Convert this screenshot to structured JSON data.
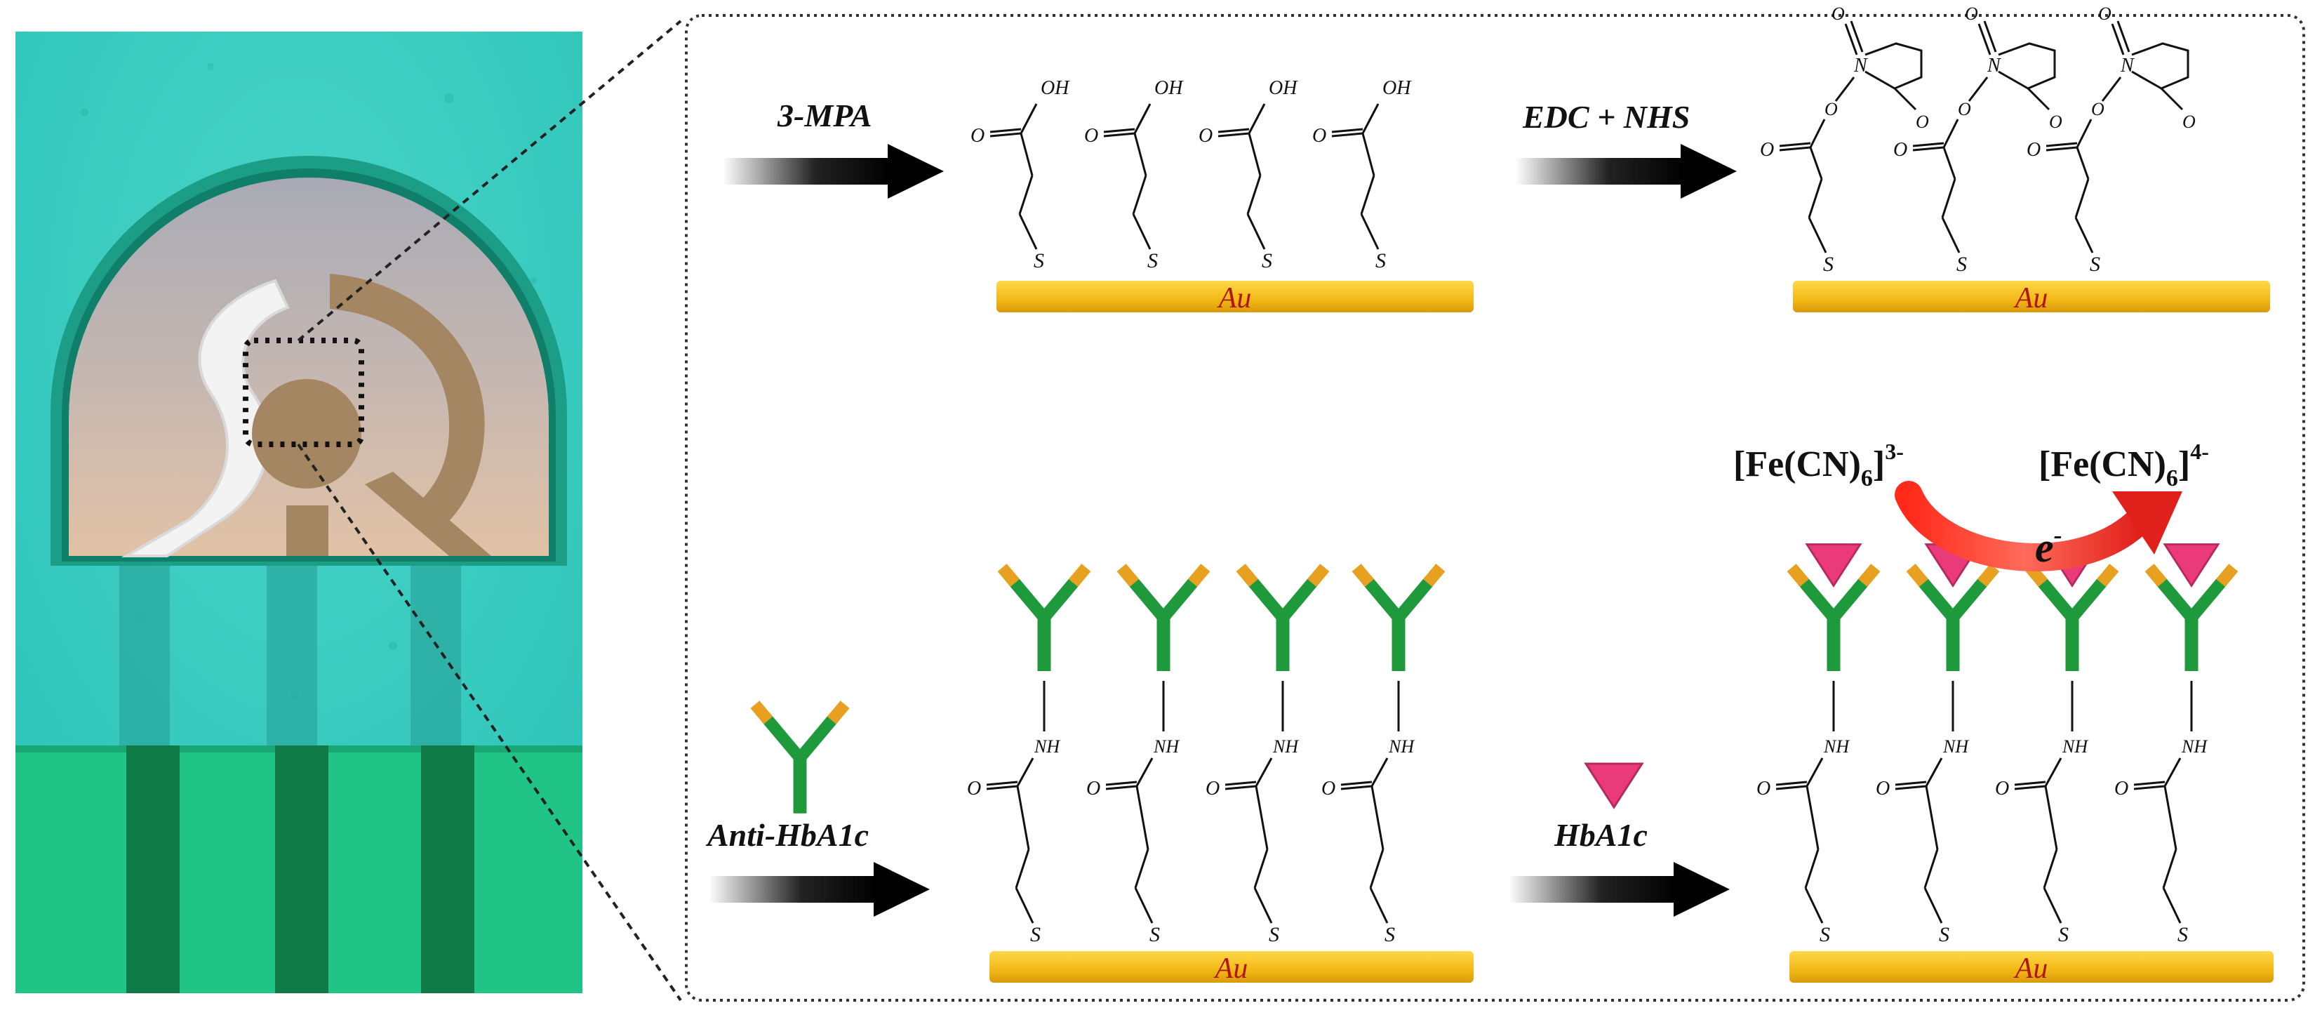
{
  "colors": {
    "board_top": "#37cbc0",
    "board_bottom": "#1fc486",
    "gold_bar": "#f6c21a",
    "arrow": "#0a0a0a",
    "antibody_green": "#1e9a3c",
    "antibody_tip": "#e7a020",
    "hba1c_pink": "#ea3a7a",
    "electron_arrow": "#e0201a"
  },
  "steps": {
    "mpa": "3-MPA",
    "edc_nhs": "EDC + NHS",
    "anti_hba1c": "Anti-HbA1c",
    "hba1c": "HbA1c"
  },
  "surface_label": "Au",
  "chem": {
    "oh": "OH",
    "o": "O",
    "s": "S",
    "nh": "NH",
    "n": "N"
  },
  "redox": {
    "ferricyanide": "[Fe(CN)",
    "ferricyanide_sub": "6",
    "ferricyanide_sup": "3-",
    "ferrocyanide": "[Fe(CN)",
    "ferrocyanide_sub": "6",
    "ferrocyanide_sup": "4-",
    "electron": "e",
    "electron_sup": "-"
  },
  "icons": [
    "electrode-photo",
    "zoom-lines",
    "reaction-arrow-icon",
    "antibody-icon",
    "hba1c-triangle-icon",
    "electron-transfer-arrow-icon"
  ]
}
